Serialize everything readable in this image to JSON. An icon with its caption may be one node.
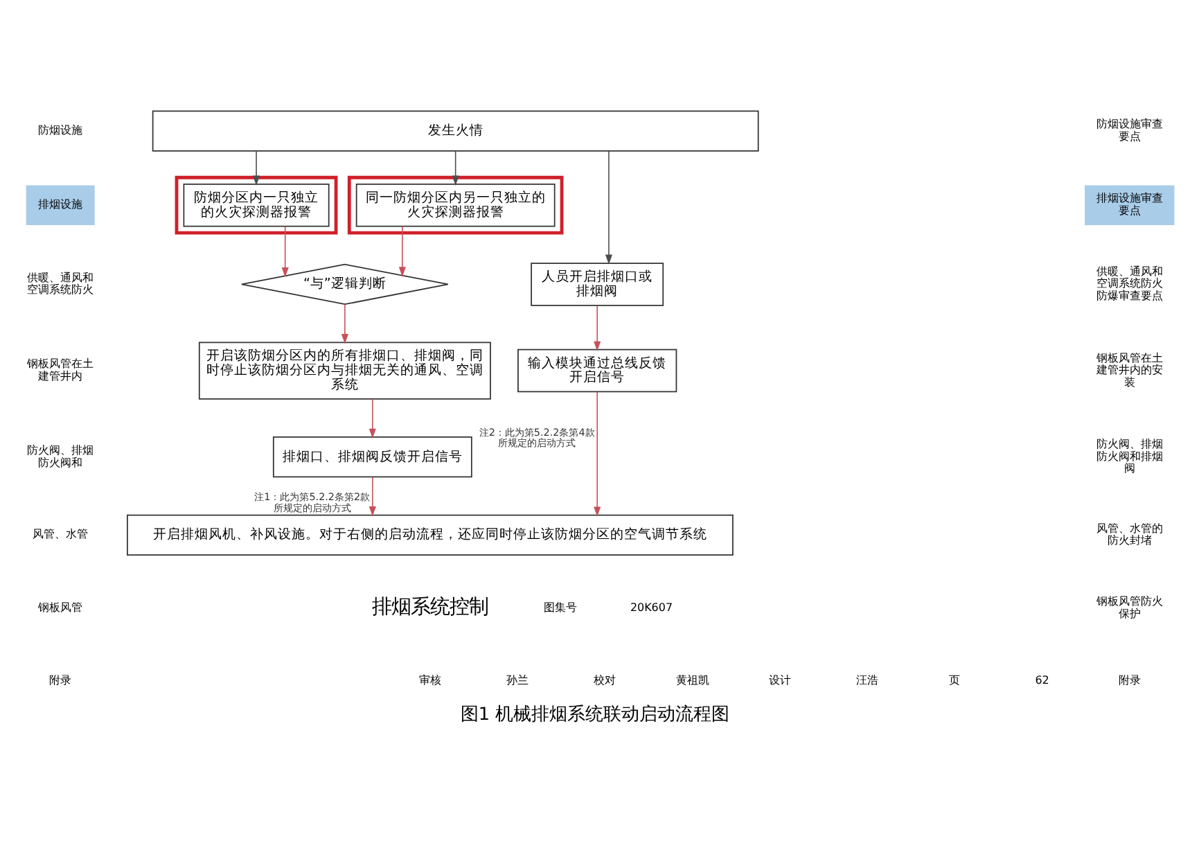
{
  "diagram": {
    "caption": "图1 机械排烟系统联动启动流程图",
    "nodes": [
      {
        "text": [
          "发生火情"
        ]
      },
      {
        "text": [],
        "shape": "box"
      },
      {
        "text": [
          "防烟分区内一只独立的火灾探测器报警"
        ],
        "in": 1
      },
      {
        "text": [],
        "shape": "box"
      },
      {
        "text": [
          "同一防烟分区内另一只独立的火灾探测器报警"
        ],
        "in": 3
      },
      {
        "text": [
          "人员开启排烟口或排烟阀"
        ]
      },
      {
        "text": [
          "“与”逻辑判断"
        ]
      },
      {
        "text": [
          "开启该防烟分区内的所有排烟口、排烟阀，同时停止该防烟分区内与排烟无关的通风、空调系统"
        ]
      },
      {
        "text": [
          "输入模块通过总线反馈开启信号"
        ]
      },
      {
        "text": [
          "排烟口、排烟阀反馈开启信号"
        ]
      },
      {
        "text": [
          "开启排烟风机、补风设施。对于右侧的启动流程，还应同时停止该防烟分区的空气调节系统"
        ]
      }
    ],
    "edges": [
      {
        "from": 0,
        "to": 2,
        "arrow": "to",
        "color": "#4d4d4d"
      },
      {
        "from": 0,
        "to": 4,
        "arrow": "to",
        "color": "#4d4d4d"
      },
      {
        "from": 0,
        "to": 5,
        "arrow": "to",
        "color": "#4d4d4d"
      },
      {
        "from": 2,
        "to": 6,
        "arrow": "to"
      },
      {
        "from": 4,
        "to": 6,
        "arrow": "to"
      },
      {
        "from": 6,
        "to": 7,
        "arrow": "to"
      },
      {
        "from": 5,
        "to": 8,
        "arrow": "to"
      },
      {
        "from": 7,
        "to": 9,
        "arrow": "to"
      },
      {
        "from": 9,
        "to": 10,
        "arrow": "to",
        "label": "注1：此为第5.2.2条第2款所规定的启动方式"
      },
      {
        "from": 8,
        "to": 10,
        "arrow": "to",
        "label": "注2：此为第5.2.2条第4款所规定的启动方式"
      }
    ],
    "labels": [
      "防烟设施",
      "排烟设施",
      "供暖、通风和空调系统防火",
      "钢板风管在土建管井内",
      "防火阀、排烟防火阀和",
      "风管、水管",
      "钢板风管",
      "附录",
      "防烟设施审查要点",
      "排烟设施审查要点",
      "供暖、通风和空调系统防火防爆审查要点",
      "钢板风管在土建管井内的安装",
      "防火阀、排烟防火阀和排烟阀",
      "风管、水管的防火封堵",
      "钢板风管防火保护",
      "附录",
      "排烟系统控制",
      "图集号",
      "20K607",
      "审核",
      "孙兰",
      "校对",
      "黄祖凯",
      "设计",
      "汪浩",
      "页",
      "62"
    ]
  }
}
